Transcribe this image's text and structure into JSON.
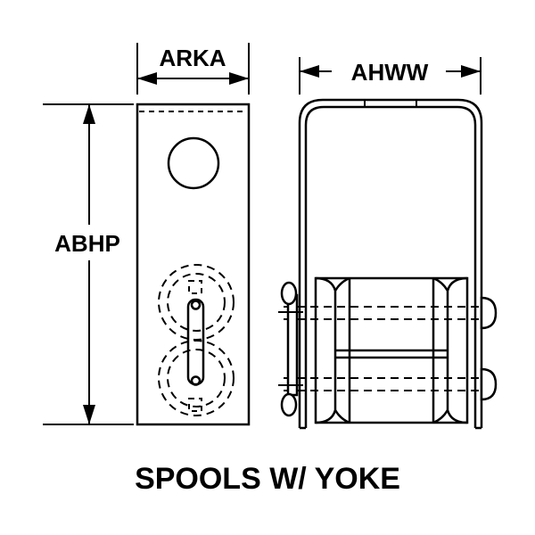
{
  "dimensions": {
    "width_label": "ARKA",
    "overall_width_label": "AHWW",
    "height_label": "ABHP"
  },
  "caption": "SPOOLS W/ YOKE"
}
